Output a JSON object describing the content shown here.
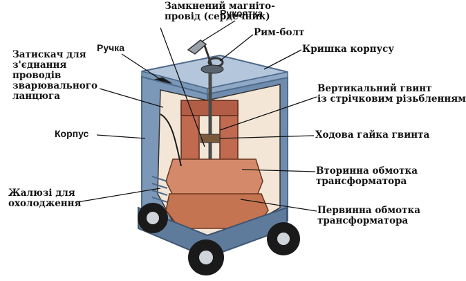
{
  "labels": {
    "magnetic_core": [
      "Замкнений магніто-",
      "провід (сердечник)"
    ],
    "handle_crank": "Рукоятка",
    "eye_bolt": "Рим-болт",
    "case_cover": "Кришка корпусу",
    "carry_handle": "Ручка",
    "clamp": [
      "Затискач для",
      "з'єднання",
      "проводів",
      "зварювального",
      "ланцюга"
    ],
    "vertical_screw": [
      "Вертикальний гвинт",
      "із стрічковим різьбленням"
    ],
    "housing": "Корпус",
    "lead_nut": "Ходова гайка гвинта",
    "secondary_winding": [
      "Вторинна обмотка",
      "трансформатора"
    ],
    "louvres": [
      "Жалюзі для",
      "охолодження"
    ],
    "primary_winding": [
      "Первинна обмотка",
      "трансформатора"
    ]
  },
  "colors": {
    "case": "#7c98b8",
    "case_dark": "#4f6b8c",
    "case_light": "#b4c6dc",
    "core": "#c06a50",
    "winding": "#d48a6a",
    "interior": "#f3e6d6",
    "wheel": "#1a1a1a"
  }
}
